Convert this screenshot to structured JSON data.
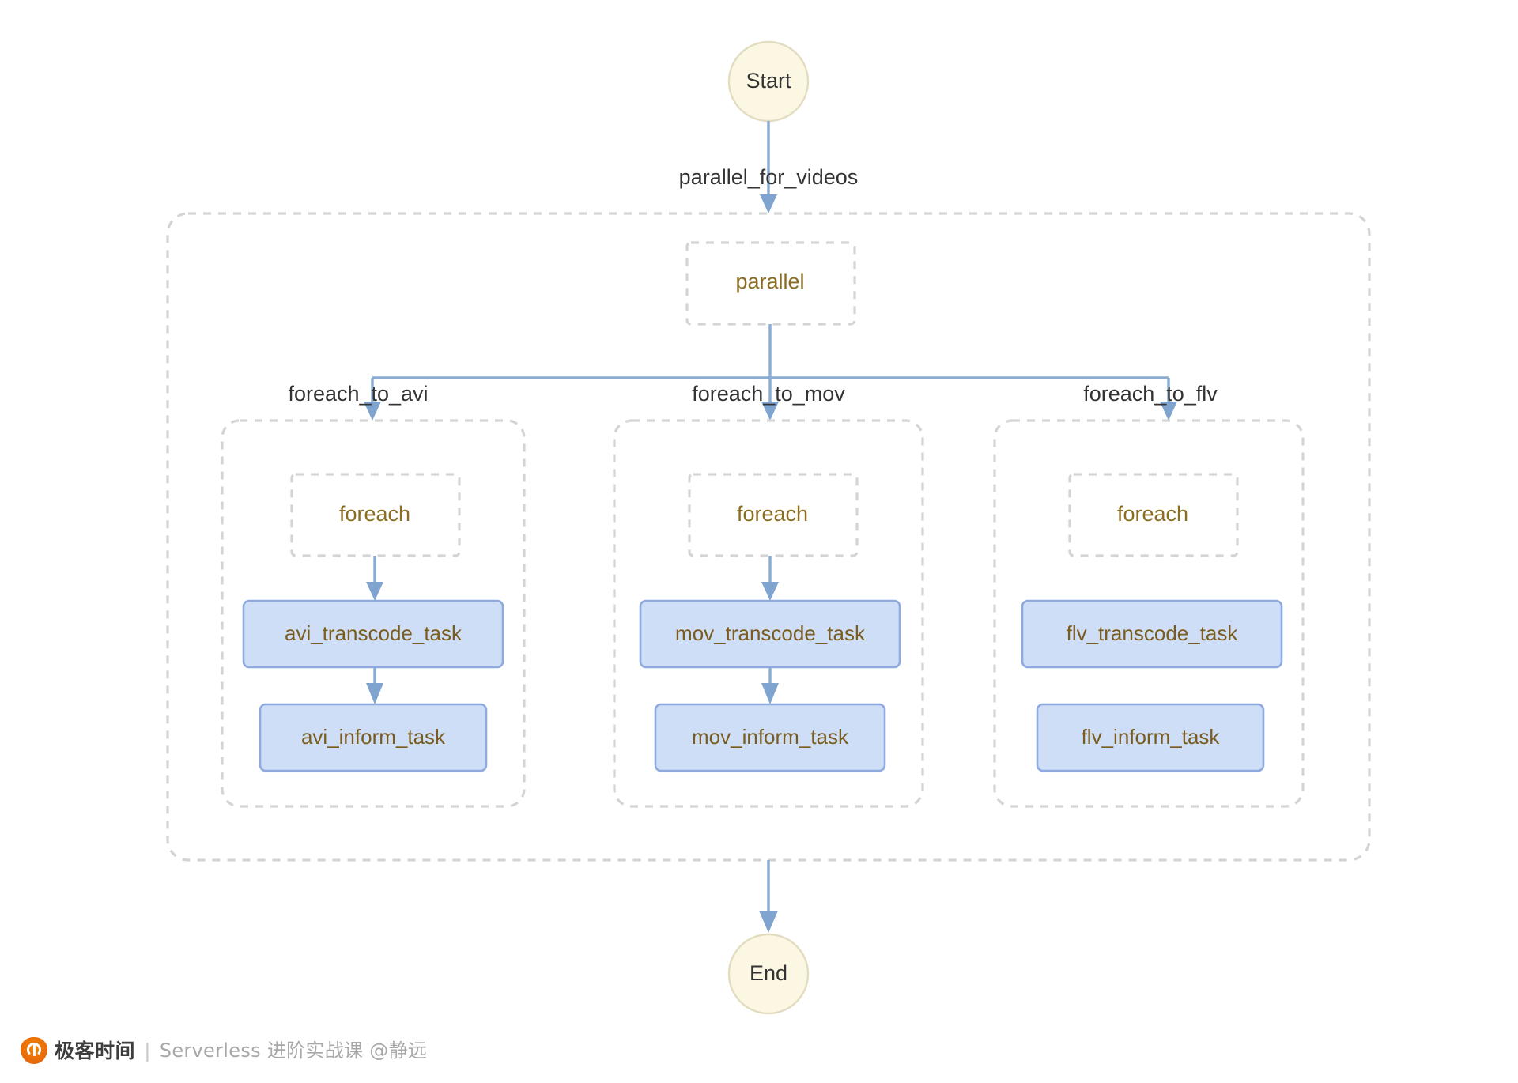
{
  "diagram": {
    "type": "flowchart",
    "direction": "top-down",
    "background_color": "#ffffff",
    "start_node": {
      "label": "Start",
      "shape": "circle",
      "fill": "#fbf7e3",
      "stroke": "#e2dcc0"
    },
    "end_node": {
      "label": "End",
      "shape": "circle",
      "fill": "#fbf7e3",
      "stroke": "#e2dcc0"
    },
    "edges": [
      {
        "from": "Start",
        "to": "parallel_for_videos_group",
        "label": "parallel_for_videos"
      },
      {
        "from": "parallel",
        "to": "foreach_to_avi_group",
        "label": "foreach_to_avi"
      },
      {
        "from": "parallel",
        "to": "foreach_to_mov_group",
        "label": "foreach_to_mov"
      },
      {
        "from": "parallel",
        "to": "foreach_to_flv_group",
        "label": "foreach_to_flv"
      },
      {
        "from": "foreach_avi",
        "to": "avi_transcode_task",
        "label": ""
      },
      {
        "from": "avi_transcode_task",
        "to": "avi_inform_task",
        "label": ""
      },
      {
        "from": "foreach_mov",
        "to": "mov_transcode_task",
        "label": ""
      },
      {
        "from": "mov_transcode_task",
        "to": "mov_inform_task",
        "label": ""
      },
      {
        "from": "parallel_for_videos_group",
        "to": "End",
        "label": ""
      }
    ],
    "outer_group": {
      "name": "parallel_for_videos_group",
      "style": "dashed",
      "stroke": "#d4d4d4",
      "parallel_node_label": "parallel"
    },
    "branches": [
      {
        "name": "foreach_to_avi",
        "edge_label": "foreach_to_avi",
        "foreach_label": "foreach",
        "tasks": [
          {
            "label": "avi_transcode_task",
            "fill": "#cfdef7",
            "stroke": "#8eaade",
            "text_color": "#7a5c1e"
          },
          {
            "label": "avi_inform_task",
            "fill": "#cfdef7",
            "stroke": "#8eaade",
            "text_color": "#7a5c1e"
          }
        ],
        "has_internal_arrows": true
      },
      {
        "name": "foreach_to_mov",
        "edge_label": "foreach_to_mov",
        "foreach_label": "foreach",
        "tasks": [
          {
            "label": "mov_transcode_task",
            "fill": "#cfdef7",
            "stroke": "#8eaade",
            "text_color": "#7a5c1e"
          },
          {
            "label": "mov_inform_task",
            "fill": "#cfdef7",
            "stroke": "#8eaade",
            "text_color": "#7a5c1e"
          }
        ],
        "has_internal_arrows": true
      },
      {
        "name": "foreach_to_flv",
        "edge_label": "foreach_to_flv",
        "foreach_label": "foreach",
        "tasks": [
          {
            "label": "flv_transcode_task",
            "fill": "#cfdef7",
            "stroke": "#8eaade",
            "text_color": "#7a5c1e"
          },
          {
            "label": "flv_inform_task",
            "fill": "#cfdef7",
            "stroke": "#8eaade",
            "text_color": "#7a5c1e"
          }
        ],
        "has_internal_arrows": false
      }
    ],
    "colors": {
      "edge_line": "#8aabd4",
      "dashed_border": "#d4d4d4",
      "group_label_text": "#8b6d22",
      "task_text": "#7a5c1e",
      "edge_label_text": "#333333",
      "terminal_text": "#333333"
    }
  },
  "footer": {
    "brand_cn": "极客时间",
    "divider": "|",
    "course": "Serverless 进阶实战课 @静远",
    "logo_color": "#e8690b"
  }
}
